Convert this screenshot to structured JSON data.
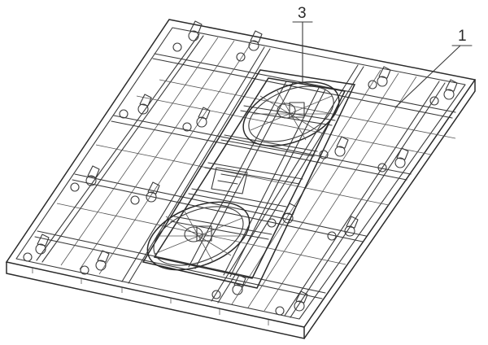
{
  "callouts": [
    {
      "id": "3",
      "label": "3"
    },
    {
      "id": "1",
      "label": "1"
    }
  ]
}
